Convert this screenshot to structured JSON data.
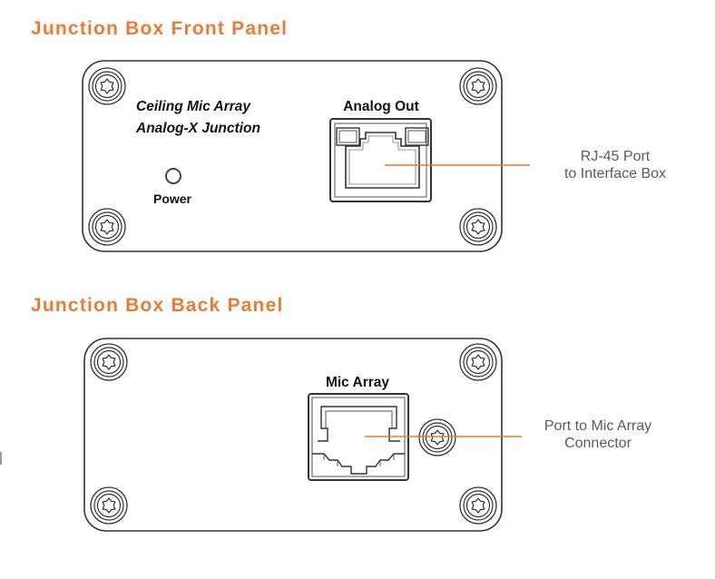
{
  "colors": {
    "accent": "#E87B35",
    "line": "#333333",
    "callout_text": "#5a5a5a"
  },
  "front_panel": {
    "title": "Junction Box Front Panel",
    "device_label_line1": "Ceiling Mic Array",
    "device_label_line2": "Analog-X Junction",
    "led_label": "Power",
    "port_label": "Analog Out",
    "callout": {
      "line1": "RJ-45 Port",
      "line2": "to Interface Box"
    },
    "screws": [
      "top-left",
      "bottom-left",
      "top-right",
      "bottom-right"
    ]
  },
  "back_panel": {
    "title": "Junction Box Back Panel",
    "port_label": "Mic Array",
    "callout": {
      "line1": "Port to Mic Array",
      "line2": "Connector"
    },
    "screws": [
      "top-left",
      "bottom-left",
      "top-right",
      "bottom-right",
      "port-lock"
    ]
  }
}
